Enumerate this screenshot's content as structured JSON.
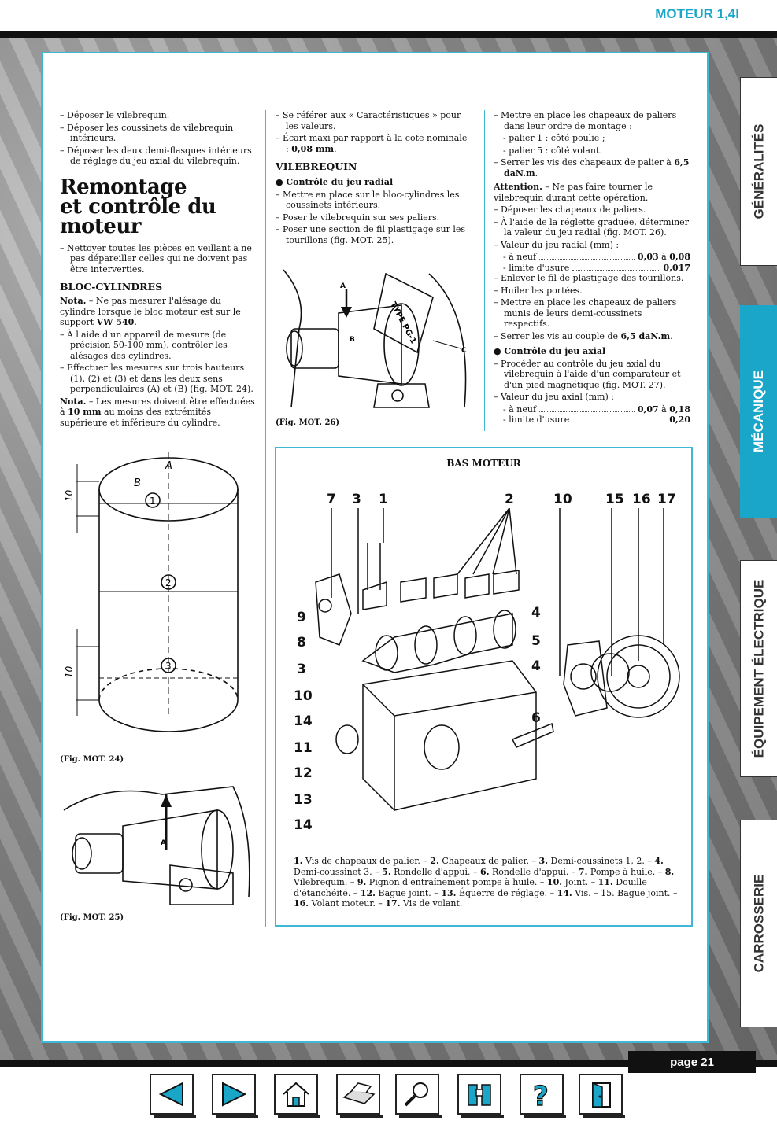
{
  "header": {
    "title": "MOTEUR 1,4l"
  },
  "page_label": "page 21",
  "tabs": [
    "GÉNÉRALITÉS",
    "MÉCANIQUE",
    "ÉQUIPEMENT ÉLECTRIQUE",
    "CARROSSERIE"
  ],
  "col1_top": [
    "– Déposer le vilebrequin.",
    "– Déposer les coussinets de vilebrequin intérieurs.",
    "– Déposer les deux demi-flasques intérieurs de réglage du jeu axial du vilebrequin."
  ],
  "remontage": {
    "title_line1": "Remontage",
    "title_line2": "et contrôle du moteur",
    "intro": "– Nettoyer toutes les pièces en veillant à ne pas dépareiller celles qui ne doivent pas être interverties."
  },
  "bloc": {
    "heading": "BLOC-CYLINDRES",
    "nota1_label": "Nota.",
    "nota1_text": " – Ne pas mesurer l'alésage du cylindre lorsque le bloc moteur est sur le support ",
    "nota1_bold": "VW 540",
    "nota1_end": ".",
    "items": [
      "– À l'aide d'un appareil de mesure (de précision 50-100 mm), contrôler les alésages des cylindres.",
      "– Effectuer les mesures sur trois hauteurs (1), (2) et (3) et dans les deux sens perpendiculaires (A) et (B) (fig. MOT. 24)."
    ],
    "nota2_label": "Nota.",
    "nota2_text": " – Les mesures doivent être effectuées à ",
    "nota2_bold": "10 mm",
    "nota2_end": " au moins des extrémités supérieure et inférieure du cylindre."
  },
  "col2": {
    "items": [
      "– Se référer aux « Caractéristiques » pour les valeurs."
    ],
    "ecart": "– Écart maxi par rapport à la cote nominale : ",
    "ecart_bold": "0,08 mm",
    "vil_heading": "VILEBREQUIN",
    "radial_heading": "● Contrôle du jeu radial",
    "radial_items": [
      "– Mettre en place sur le bloc-cylindres les coussinets intérieurs.",
      "– Poser le vilebrequin sur ses paliers.",
      "– Poser une section de fil plastigage sur les tourillons (fig. MOT. 25)."
    ]
  },
  "col3": {
    "i1": "– Mettre en place les chapeaux de paliers dans leur ordre de montage :",
    "p1": "- palier 1 : côté poulie ;",
    "p5": "- palier 5 : côté volant.",
    "serrer1": "– Serrer les vis des chapeaux de palier à ",
    "serrer1_bold": "6,5 daN.m",
    "att_label": "Attention.",
    "att_text": " – Ne pas faire tourner le vilebrequin durant cette opération.",
    "items_a": [
      "– Déposer les chapeaux de paliers.",
      "– À l'aide de la réglette graduée, déterminer la valeur du jeu radial (fig. MOT. 26).",
      "– Valeur du jeu radial (mm) :"
    ],
    "neuf_label": "- à neuf",
    "neuf_v1": "0,03",
    "neuf_a": " à ",
    "neuf_v2": "0,08",
    "usure_label": "- limite d'usure",
    "usure_v": "0,017",
    "items_b": [
      "– Enlever le fil de plastigage des tourillons.",
      "– Huiler les portées.",
      "– Mettre en place les chapeaux de paliers munis de leurs demi-coussinets respectifs."
    ],
    "serrer2": "– Serrer les vis au couple de ",
    "serrer2_bold": "6,5 daN.m",
    "axial_heading": "● Contrôle du jeu axial",
    "axial_items": [
      "– Procéder au contrôle du jeu axial du vilebrequin à l'aide d'un comparateur et d'un pied magnétique (fig. MOT. 27).",
      "– Valeur du jeu axial (mm) :"
    ],
    "ax_neuf_label": "- à neuf",
    "ax_neuf_v1": "0,07",
    "ax_neuf_a": " à ",
    "ax_neuf_v2": "0,18",
    "ax_usure_label": "- limite d'usure",
    "ax_usure_v": "0,20"
  },
  "figures": {
    "fig24": "(Fig. MOT. 24)",
    "fig25": "(Fig. MOT. 25)",
    "fig26": "(Fig. MOT. 26)",
    "fig24_labels": {
      "A": "A",
      "B": "B",
      "n1": "1",
      "n2": "2",
      "n3": "3",
      "d10a": "10",
      "d10b": "10"
    },
    "fig25_label": "A",
    "fig26_labels": {
      "A": "A",
      "B": "B",
      "C": "C",
      "type": "TYPE PG-1"
    }
  },
  "bas_moteur": {
    "title": "BAS MOTEUR",
    "top_numbers": [
      "7",
      "3",
      "1",
      "2",
      "10",
      "15",
      "16",
      "17"
    ],
    "left_numbers": [
      "9",
      "8",
      "3",
      "10",
      "14",
      "11",
      "12",
      "13",
      "14"
    ],
    "right_numbers": [
      "4",
      "5",
      "4",
      "6"
    ],
    "legend": [
      {
        "n": "1.",
        "t": " Vis de chapeaux de palier. – "
      },
      {
        "n": "2.",
        "t": " Chapeaux de palier. – "
      },
      {
        "n": "3.",
        "t": " Demi-coussinets 1, 2. – "
      },
      {
        "n": "4.",
        "t": " Demi-coussinet 3. – "
      },
      {
        "n": "5.",
        "t": " Rondelle d'appui. – "
      },
      {
        "n": "6.",
        "t": " Rondelle d'appui. – "
      },
      {
        "n": "7.",
        "t": " Pompe à huile. – "
      },
      {
        "n": "8.",
        "t": " Vilebrequin. – "
      },
      {
        "n": "9.",
        "t": " Pignon d'entraînement pompe à huile. – "
      },
      {
        "n": "10.",
        "t": " Joint. – "
      },
      {
        "n": "11.",
        "t": " Douille d'étanchéité. – "
      },
      {
        "n": "12.",
        "t": " Bague joint. – "
      },
      {
        "n": "13.",
        "t": " Équerre de réglage. – "
      },
      {
        "n": "14.",
        "t": " Vis. – 15. Bague joint. – "
      },
      {
        "n": "16.",
        "t": " Volant moteur. – "
      },
      {
        "n": "17.",
        "t": " Vis de volant."
      }
    ]
  },
  "nav": [
    "previous-icon",
    "next-icon",
    "home-icon",
    "print-icon",
    "search-icon",
    "binoculars-icon",
    "help-icon",
    "exit-icon"
  ]
}
